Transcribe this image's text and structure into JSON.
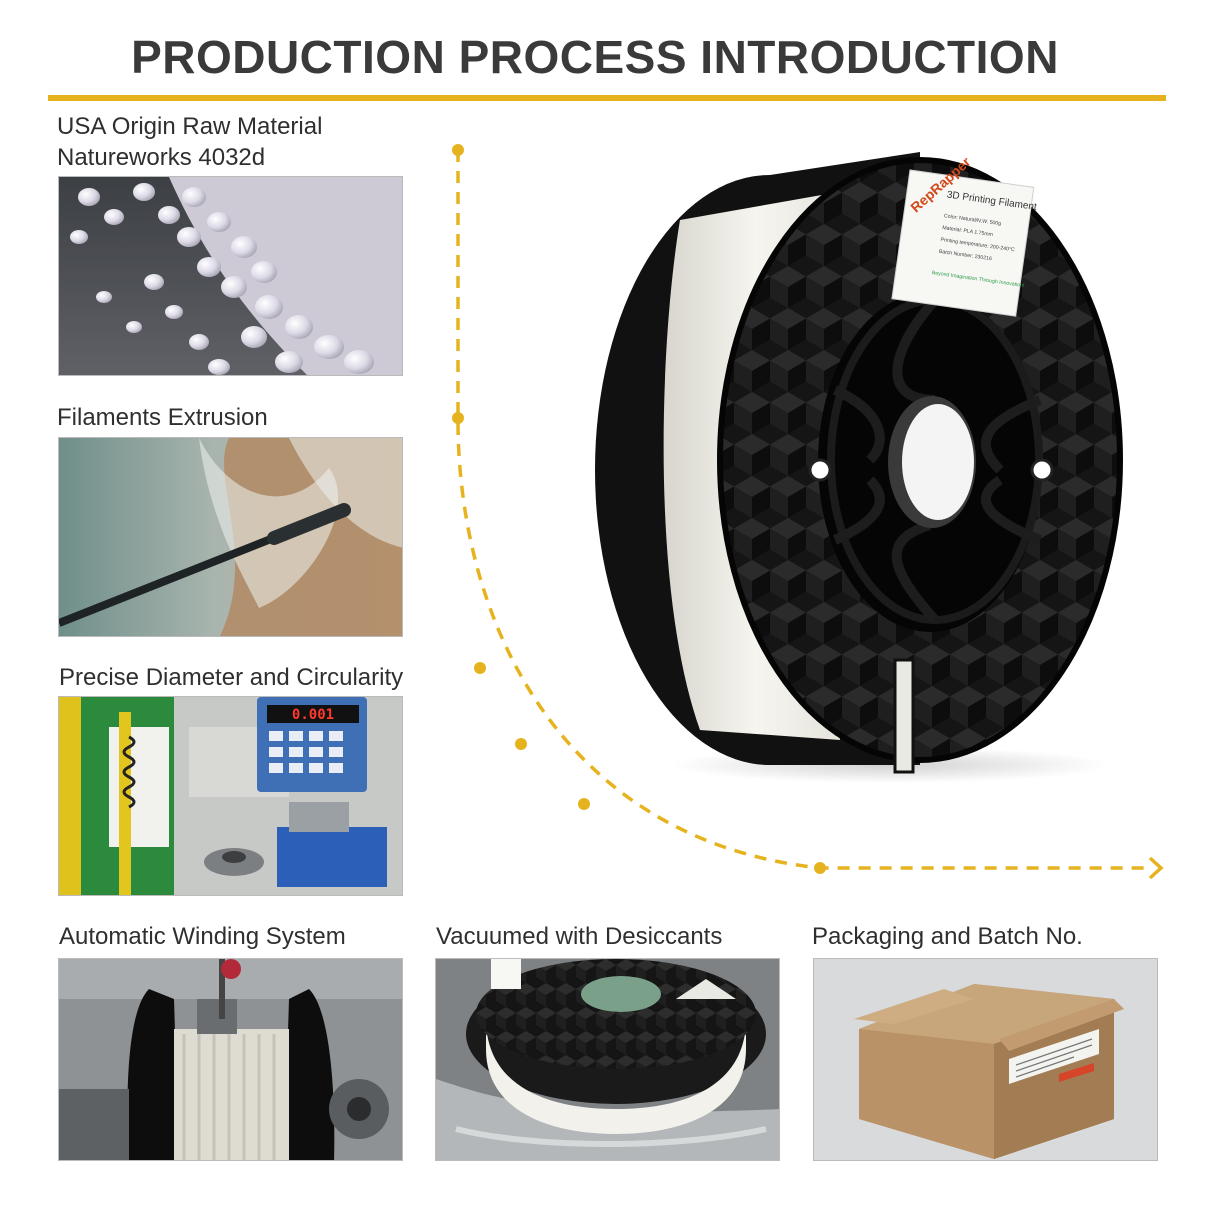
{
  "header": {
    "title": "PRODUCTION PROCESS INTRODUCTION"
  },
  "steps": [
    {
      "label_line1": "USA Origin Raw Material",
      "label_line2": "Natureworks 4032d"
    },
    {
      "label": "Filaments Extrusion"
    },
    {
      "label": "Precise Diameter and Circularity"
    },
    {
      "label": "Automatic Winding System"
    },
    {
      "label": "Vacuumed with Desiccants"
    },
    {
      "label": "Packaging and Batch No."
    }
  ],
  "hero": {
    "brand": "RepRapper",
    "label_title": "3D Printing Filament",
    "label_lines": [
      "Color:   Natural/N.W.    500g",
      "Material:   PLA  1.75mm",
      "Printing temperature:  200-240°C",
      "Batch Number:   230216"
    ],
    "slogan": "Beyond Imagination Through Innovation!"
  },
  "meter_display": "0.001",
  "colors": {
    "accent": "#e6b31e",
    "title": "#3a3a3a",
    "text": "#2f2f2f",
    "spool": "#171717",
    "filament": "#f3f1ea",
    "carton": "#b89266"
  }
}
